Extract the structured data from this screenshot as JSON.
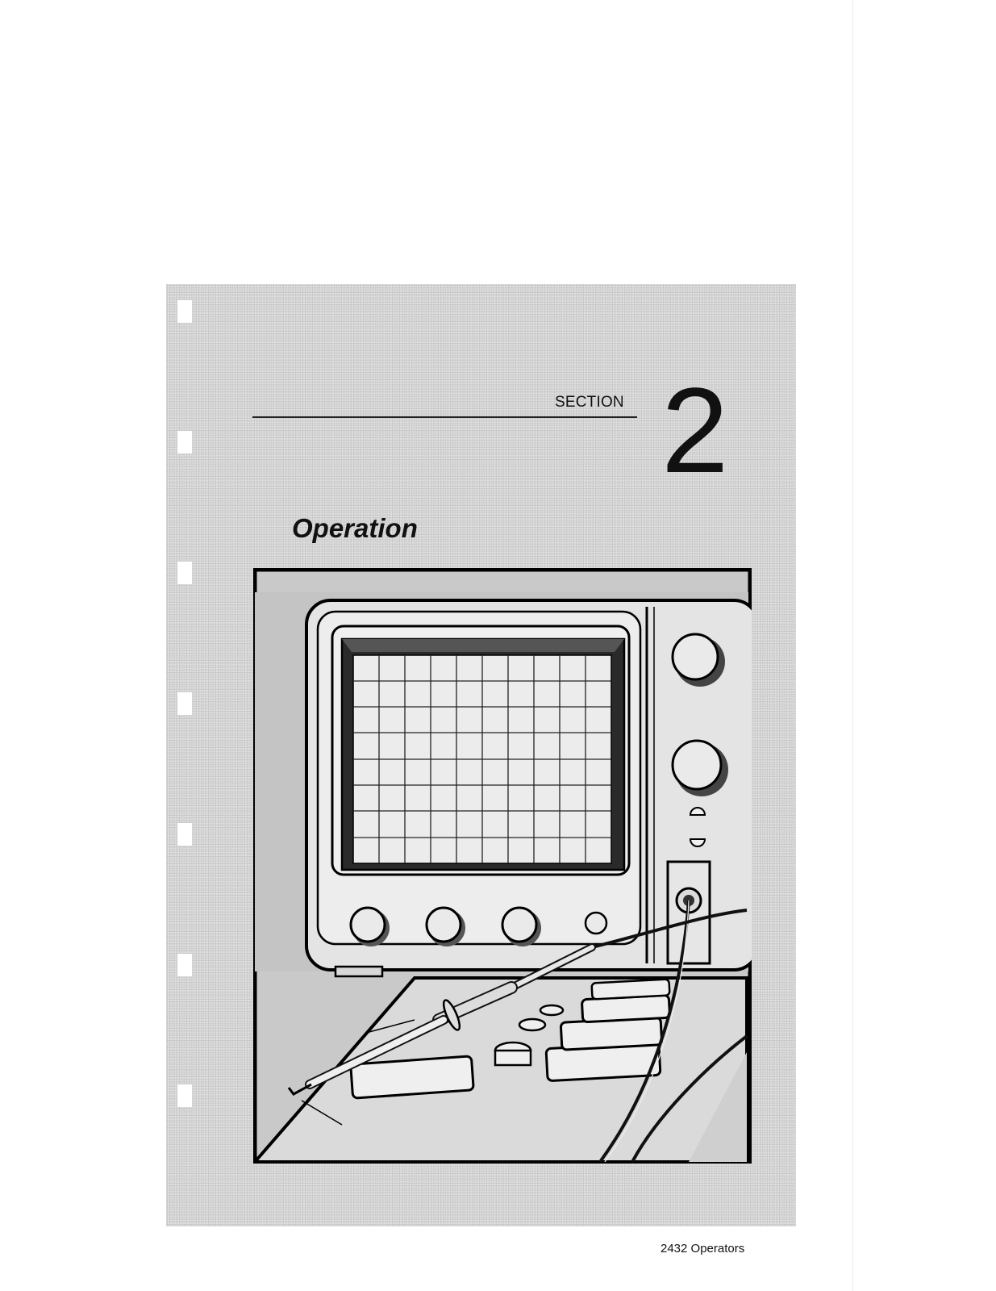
{
  "section": {
    "label": "SECTION",
    "number": "2"
  },
  "page_title": "Operation",
  "illustration": {
    "icon": "oscilloscope-with-probe-illustration"
  },
  "footer": {
    "manual_name": "2432 Operators"
  }
}
